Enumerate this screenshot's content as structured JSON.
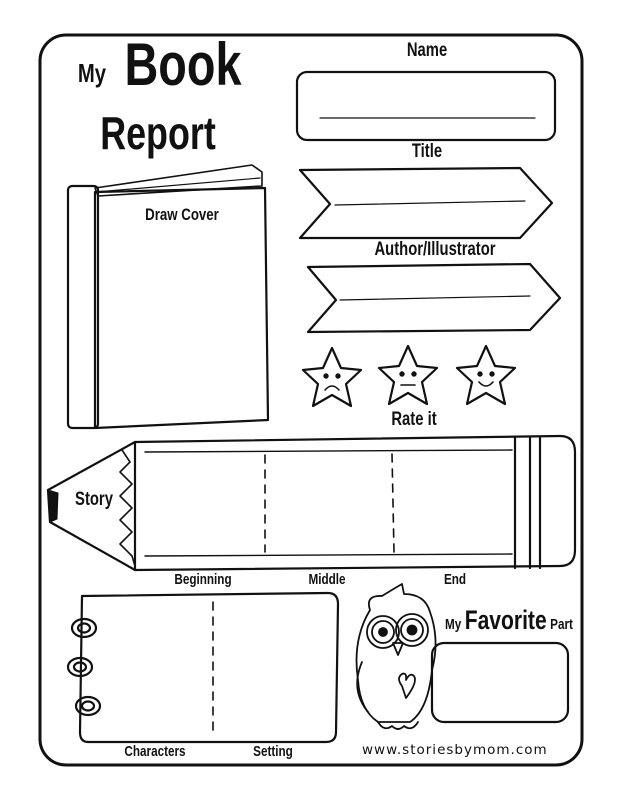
{
  "title": {
    "my": "My",
    "book": "Book",
    "report": "Report"
  },
  "fields": {
    "name": "Name",
    "title": "Title",
    "author": "Author/Illustrator",
    "draw_cover": "Draw Cover",
    "rate_it": "Rate it",
    "story": "Story",
    "beginning": "Beginning",
    "middle": "Middle",
    "end": "End",
    "characters": "Characters",
    "setting": "Setting",
    "favorite_my": "My",
    "favorite_big": "Favorite",
    "favorite_part": "Part"
  },
  "rating": {
    "faces": [
      "sad",
      "neutral",
      "happy"
    ]
  },
  "footer": {
    "url": "www.storiesbymom.com"
  }
}
